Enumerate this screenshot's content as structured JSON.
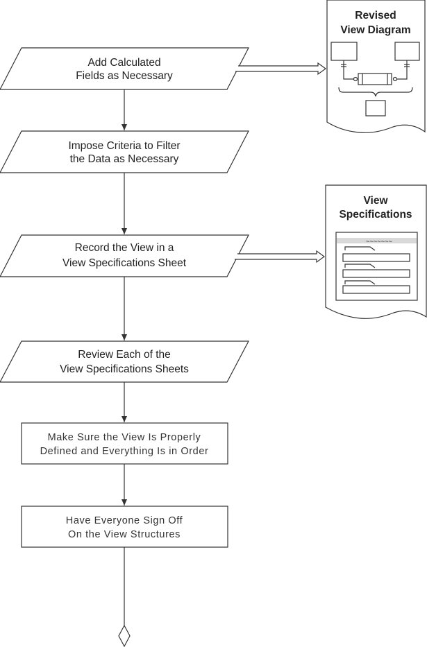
{
  "steps": [
    {
      "line1": "Add Calculated",
      "line2": "Fields as Necessary"
    },
    {
      "line1": "Impose Criteria to Filter",
      "line2": "the Data as Necessary"
    },
    {
      "line1": "Record the View in a",
      "line2": "View Specifications Sheet"
    },
    {
      "line1": "Review Each of the",
      "line2": "View Specifications Sheets"
    }
  ],
  "boxes": [
    {
      "line1": "Make Sure the View Is Properly",
      "line2": "Defined and Everything Is in Order"
    },
    {
      "line1": "Have Everyone Sign Off",
      "line2": "On the View Structures"
    }
  ],
  "documents": {
    "revised_view_diagram": {
      "line1": "Revised",
      "line2": "View Diagram"
    },
    "view_specifications": {
      "line1": "View",
      "line2": "Specifications",
      "tilde_text": "~~~~~~~"
    }
  }
}
